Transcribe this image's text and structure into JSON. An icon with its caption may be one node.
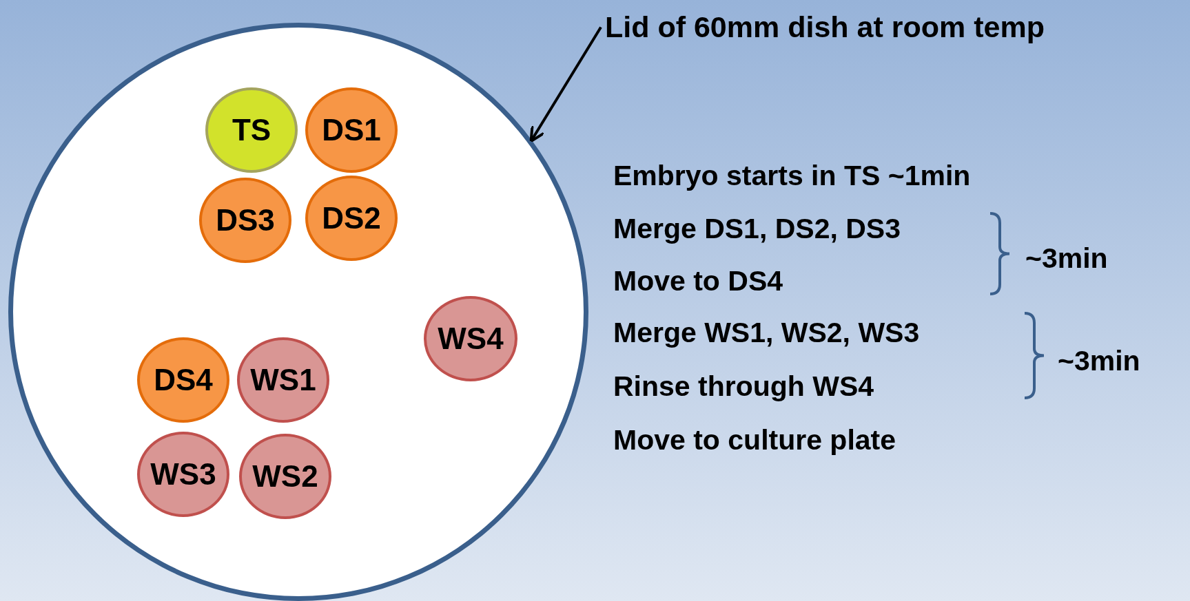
{
  "diagram": {
    "nodes": [
      {
        "text": [],
        "shape": "circle"
      },
      {
        "text": [
          "TS"
        ],
        "in": 0
      },
      {
        "text": [
          "DS1"
        ],
        "in": 0
      },
      {
        "text": [
          "DS3"
        ],
        "in": 0
      },
      {
        "text": [
          "DS2"
        ],
        "in": 0
      },
      {
        "text": [
          "WS4"
        ],
        "in": 0
      },
      {
        "text": [
          "DS4"
        ],
        "in": 0
      },
      {
        "text": [
          "WS1"
        ],
        "in": 0
      },
      {
        "text": [
          "WS3"
        ],
        "in": 0
      },
      {
        "text": [
          "WS2"
        ],
        "in": 0
      },
      {
        "text": [
          "Lid of 60mm dish at room temp"
        ]
      }
    ],
    "edges": [
      {
        "from": 10,
        "to": 0,
        "arrow": "to"
      }
    ],
    "labels": [
      "Embryo starts in TS ~1min",
      "Merge DS1, DS2, DS3",
      "~3min",
      "Move to DS4",
      "Merge WS1, WS2, WS3",
      "~3min",
      "Rinse through WS4",
      "Move to culture plate"
    ]
  }
}
